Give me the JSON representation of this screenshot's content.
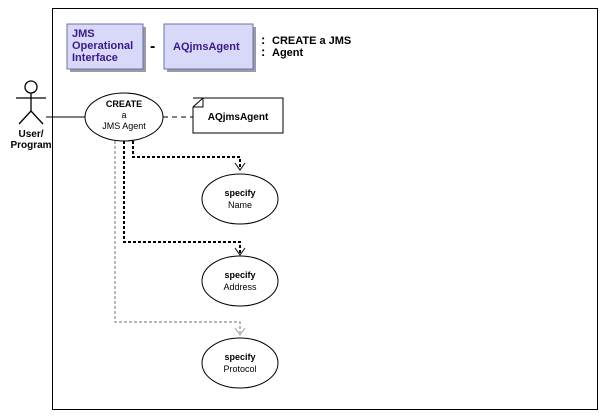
{
  "header": {
    "box1_lines": [
      "JMS",
      "Operational",
      "Interface"
    ],
    "separator": "-",
    "box2_label": "AQjmsAgent",
    "colon": ":",
    "title_lines": [
      "CREATE a JMS",
      "Agent"
    ],
    "box_fill": "#d8d8f8",
    "box_text_color": "#3a1a8a"
  },
  "actor": {
    "label_lines": [
      "User/",
      "Program"
    ]
  },
  "main_usecase": {
    "label_lines": [
      "CREATE",
      "a",
      "JMS Agent"
    ]
  },
  "note": {
    "label": "AQjmsAgent"
  },
  "sub_usecases": [
    {
      "lines": [
        "specify",
        "Name"
      ],
      "connector": "required"
    },
    {
      "lines": [
        "specify",
        "Address"
      ],
      "connector": "required"
    },
    {
      "lines": [
        "specify",
        "Protocol"
      ],
      "connector": "optional"
    }
  ],
  "colors": {
    "required_connector": "#000000",
    "optional_connector": "#a0a0a0"
  }
}
